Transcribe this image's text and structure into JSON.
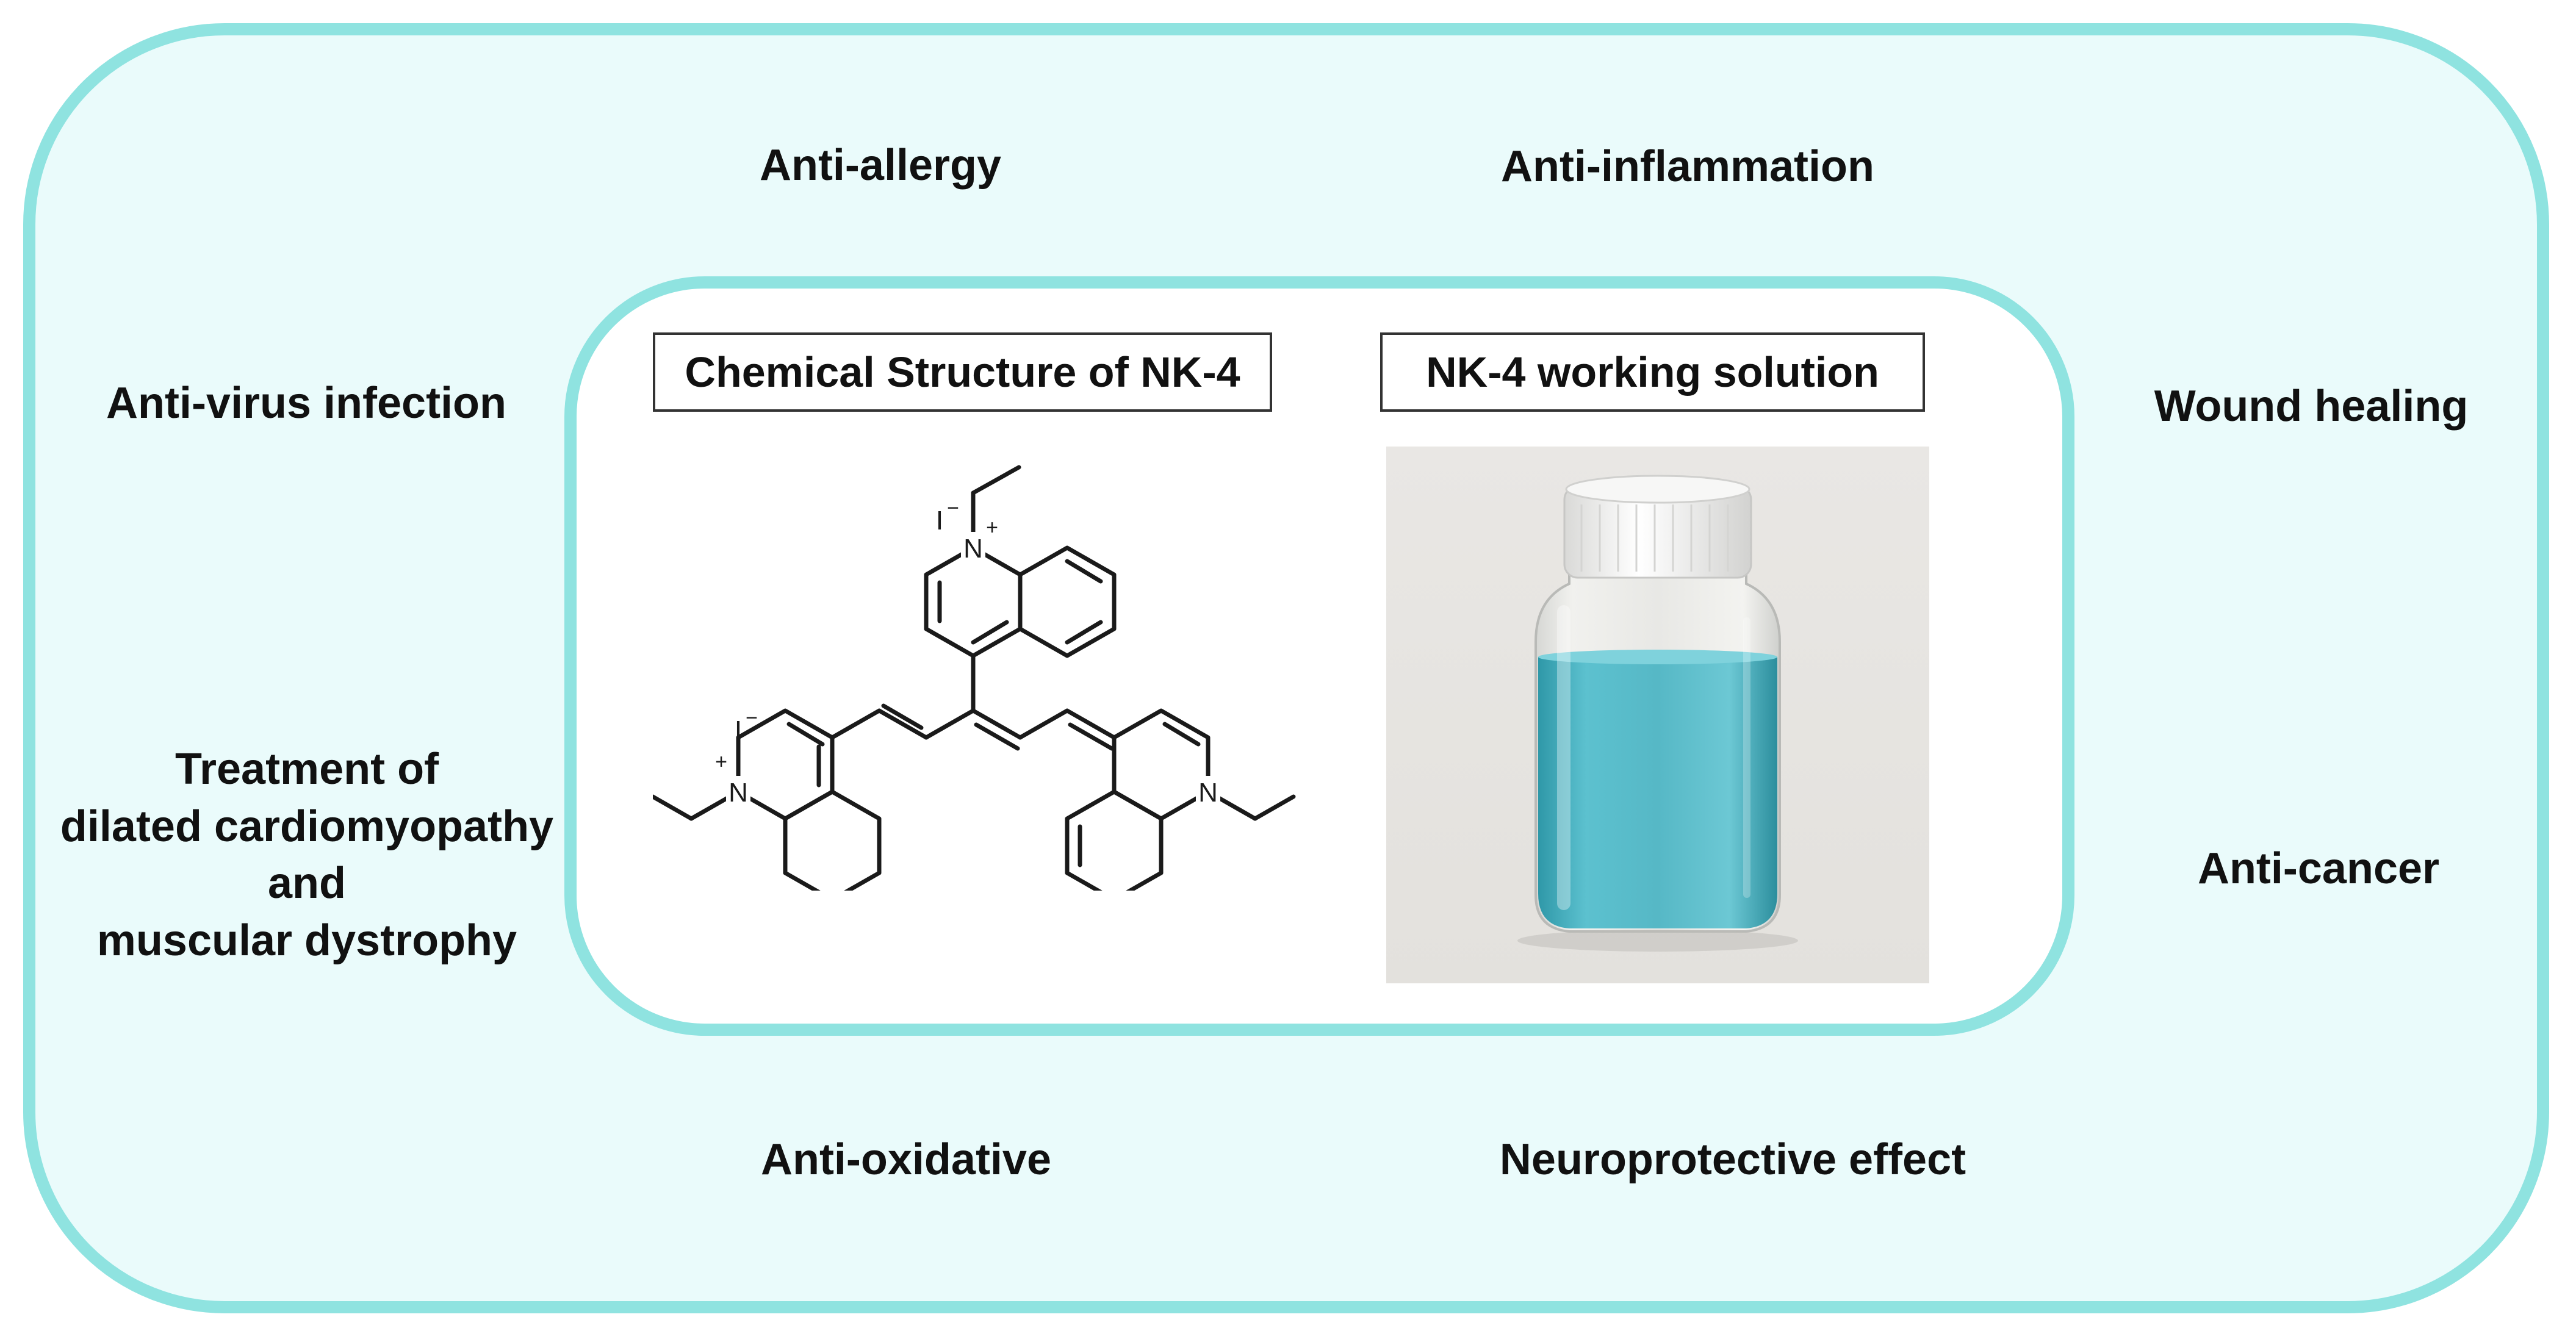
{
  "effects": {
    "anti_allergy": "Anti-allergy",
    "anti_inflammation": "Anti-inflammation",
    "anti_virus": "Anti-virus infection",
    "wound_healing": "Wound healing",
    "treatment_lines": [
      "Treatment of",
      "dilated cardiomyopathy",
      "and",
      "muscular dystrophy"
    ],
    "anti_cancer": "Anti-cancer",
    "anti_oxidative": "Anti-oxidative",
    "neuroprotective": "Neuroprotective effect"
  },
  "panels": {
    "structure_title": "Chemical Structure of NK-4",
    "solution_title": "NK-4 working solution"
  },
  "molecule_labels": {
    "iodide": "I",
    "charge_minus": "−",
    "nitrogen": "N",
    "charge_plus": "+"
  },
  "colors": {
    "border_accent": "#8fe3e0",
    "outer_fill": "#eafbfb",
    "solution": "#56b8c6"
  },
  "icons": [
    "molecule-structure",
    "vial-photo"
  ]
}
